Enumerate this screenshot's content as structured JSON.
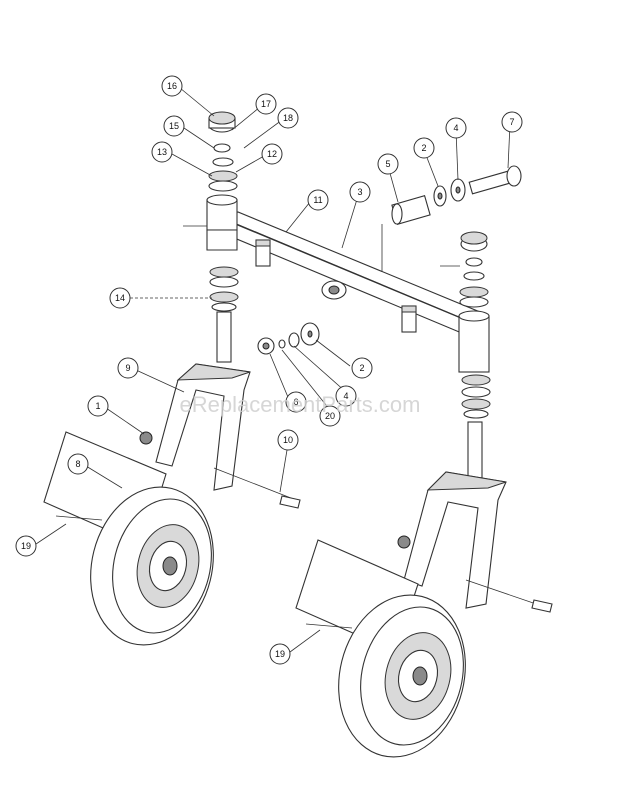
{
  "watermark": "eReplacementParts.com",
  "callouts": [
    {
      "id": "c16",
      "label": "16"
    },
    {
      "id": "c17",
      "label": "17"
    },
    {
      "id": "c18",
      "label": "18"
    },
    {
      "id": "c15",
      "label": "15"
    },
    {
      "id": "c13",
      "label": "13"
    },
    {
      "id": "c12",
      "label": "12"
    },
    {
      "id": "c5",
      "label": "5"
    },
    {
      "id": "c2a",
      "label": "2"
    },
    {
      "id": "c4a",
      "label": "4"
    },
    {
      "id": "c7",
      "label": "7"
    },
    {
      "id": "c3",
      "label": "3"
    },
    {
      "id": "c11",
      "label": "11"
    },
    {
      "id": "c14",
      "label": "14"
    },
    {
      "id": "c2b",
      "label": "2"
    },
    {
      "id": "c9",
      "label": "9"
    },
    {
      "id": "c6",
      "label": "6"
    },
    {
      "id": "c4b",
      "label": "4"
    },
    {
      "id": "c20",
      "label": "20"
    },
    {
      "id": "c1",
      "label": "1"
    },
    {
      "id": "c10",
      "label": "10"
    },
    {
      "id": "c8",
      "label": "8"
    },
    {
      "id": "c19a",
      "label": "19"
    },
    {
      "id": "c19b",
      "label": "19"
    }
  ]
}
